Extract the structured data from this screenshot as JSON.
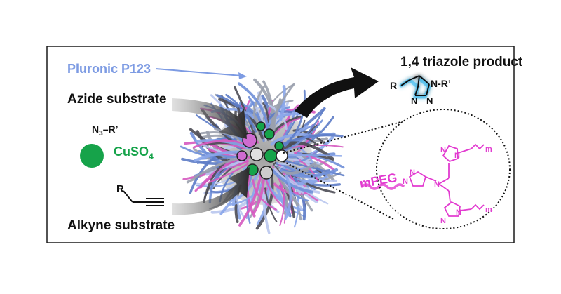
{
  "labels": {
    "product_title": "1,4 triazole product",
    "pluronic": "Pluronic P123",
    "azide_substrate": "Azide substrate",
    "azide_formula_n": "N",
    "azide_formula_sub": "3",
    "azide_formula_rest": "–R’",
    "cuso4_main": "CuSO",
    "cuso4_sub": "4",
    "alkyne_substrate": "Alkyne substrate",
    "alkyne_r": "R",
    "mpeg": "mPEG",
    "product_r": "R",
    "product_n_r": "N-R’",
    "product_n1": "N",
    "product_n2": "N",
    "ligand_n_center": "N",
    "ligand_triazole_n": "N",
    "ligand_m": "m"
  },
  "colors": {
    "pluronic_blue": "#7d9be3",
    "copper_green": "#16a34a",
    "ligand_magenta": "#e23bd0",
    "arrow_dark": "#1a1a1a",
    "product_glow": "#2fb8f0"
  }
}
